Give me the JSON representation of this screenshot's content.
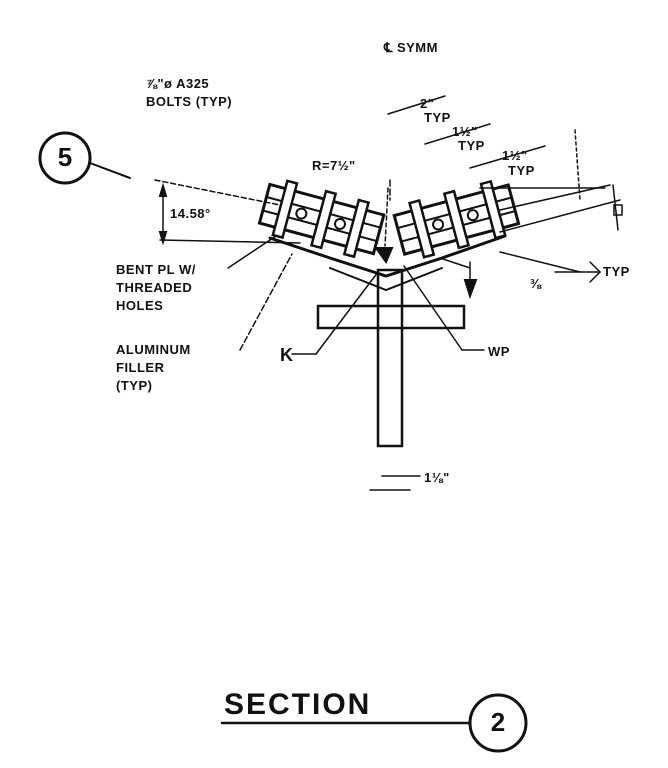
{
  "drawing": {
    "symmetry_label": "℄ SYMM",
    "bolts_line1": "⅞\"ø A325",
    "bolts_line2": "BOLTS (TYP)",
    "detail_ref": "5",
    "angle_dim": "14.58°",
    "radius_label": "R=7½\"",
    "dim_2": "2\"",
    "dim_2_typ": "TYP",
    "dim_1_5": "1½\"",
    "dim_1_5_typ": "TYP",
    "dim_1_5b": "1½\"",
    "dim_1_5b_typ": "TYP",
    "weld_size": "⅜",
    "weld_typ": "TYP",
    "bent_pl_line1": "BENT PL W/",
    "bent_pl_line2": "THREADED",
    "bent_pl_line3": "HOLES",
    "filler_line1": "ALUMINUM",
    "filler_line2": "FILLER",
    "filler_line3": "(TYP)",
    "wp_label": "WP",
    "stem_dim": "1⅛\""
  },
  "footer": {
    "section_title": "SECTION",
    "section_number": "2"
  },
  "colors": {
    "ink": "#111111",
    "paper": "#ffffff"
  }
}
